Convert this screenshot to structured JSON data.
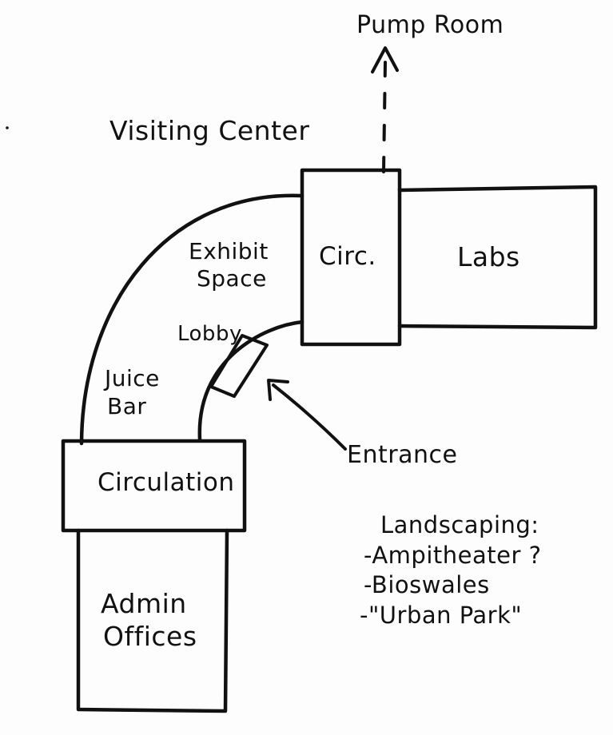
{
  "diagram": {
    "title": "Visiting Center",
    "ink_color": "#111111",
    "paper_color": "#fdfdfd",
    "spaces": {
      "pump_room": "Pump Room",
      "circ_small": "Circ.",
      "labs": "Labs",
      "exhibit_line1": "Exhibit",
      "exhibit_line2": "Space",
      "lobby": "Lobby",
      "juice_line1": "Juice",
      "juice_line2": "Bar",
      "circulation": "Circulation",
      "admin_line1": "Admin",
      "admin_line2": "Offices",
      "entrance": "Entrance"
    },
    "landscaping": {
      "heading": "Landscaping:",
      "items": [
        "-Ampitheater ?",
        "-Bioswales",
        "-\"Urban Park\""
      ]
    }
  }
}
